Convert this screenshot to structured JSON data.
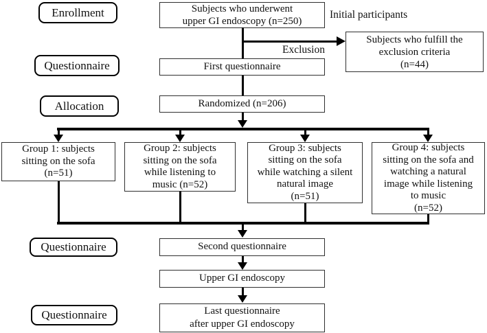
{
  "stages": [
    {
      "label": "Enrollment"
    },
    {
      "label": "Questionnaire"
    },
    {
      "label": "Allocation"
    },
    {
      "label": "Questionnaire"
    },
    {
      "label": "Questionnaire"
    }
  ],
  "nodes": {
    "enrolled": {
      "lines": [
        "Subjects who underwent",
        "upper GI endoscopy (n=250)"
      ]
    },
    "initial_note": "Initial participants",
    "exclusion_label": "Exclusion",
    "excluded": {
      "lines": [
        "Subjects who fulfill the",
        "exclusion criteria",
        "(n=44)"
      ]
    },
    "first_questionnaire": "First questionnaire",
    "randomized": "Randomized (n=206)",
    "groups": [
      {
        "lines": [
          "Group 1: subjects",
          "sitting on the sofa",
          "(n=51)"
        ]
      },
      {
        "lines": [
          "Group 2: subjects",
          "sitting on the sofa",
          "while listening to",
          "music (n=52)"
        ]
      },
      {
        "lines": [
          "Group 3: subjects",
          "sitting on the sofa",
          "while watching a silent",
          "natural image",
          "(n=51)"
        ]
      },
      {
        "lines": [
          "Group 4: subjects",
          "sitting on the sofa and",
          "watching a natural",
          "image while listening",
          "to music",
          "(n=52)"
        ]
      }
    ],
    "second_questionnaire": "Second questionnaire",
    "upper_gi": "Upper GI endoscopy",
    "last_questionnaire": {
      "lines": [
        "Last questionnaire",
        "after upper GI endoscopy"
      ]
    }
  },
  "colors": {
    "line": "#000000",
    "box_border": "#2e2e2e",
    "text": "#111111",
    "background": "#ffffff"
  }
}
